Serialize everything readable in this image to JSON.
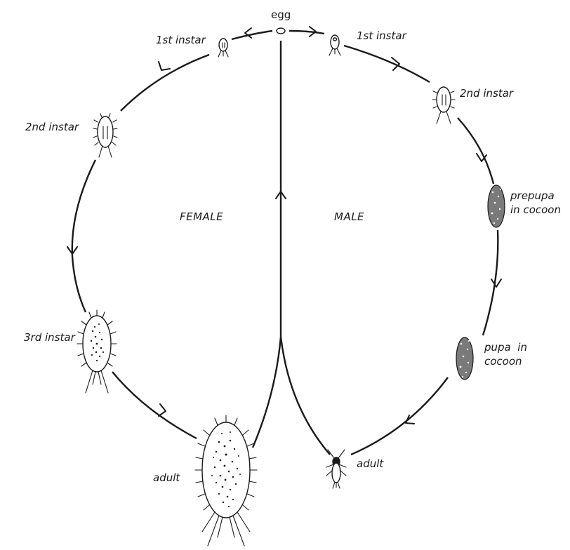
{
  "center_label": "egg",
  "female": {
    "title": "FEMALE",
    "stages": [
      "1st instar",
      "2nd instar",
      "3rd instar",
      "adult"
    ]
  },
  "male": {
    "title": "MALE",
    "stages": [
      "1st instar",
      "2nd instar",
      "prepupa",
      "in cocoon",
      "pupa  in",
      "cocoon",
      "adult"
    ]
  }
}
